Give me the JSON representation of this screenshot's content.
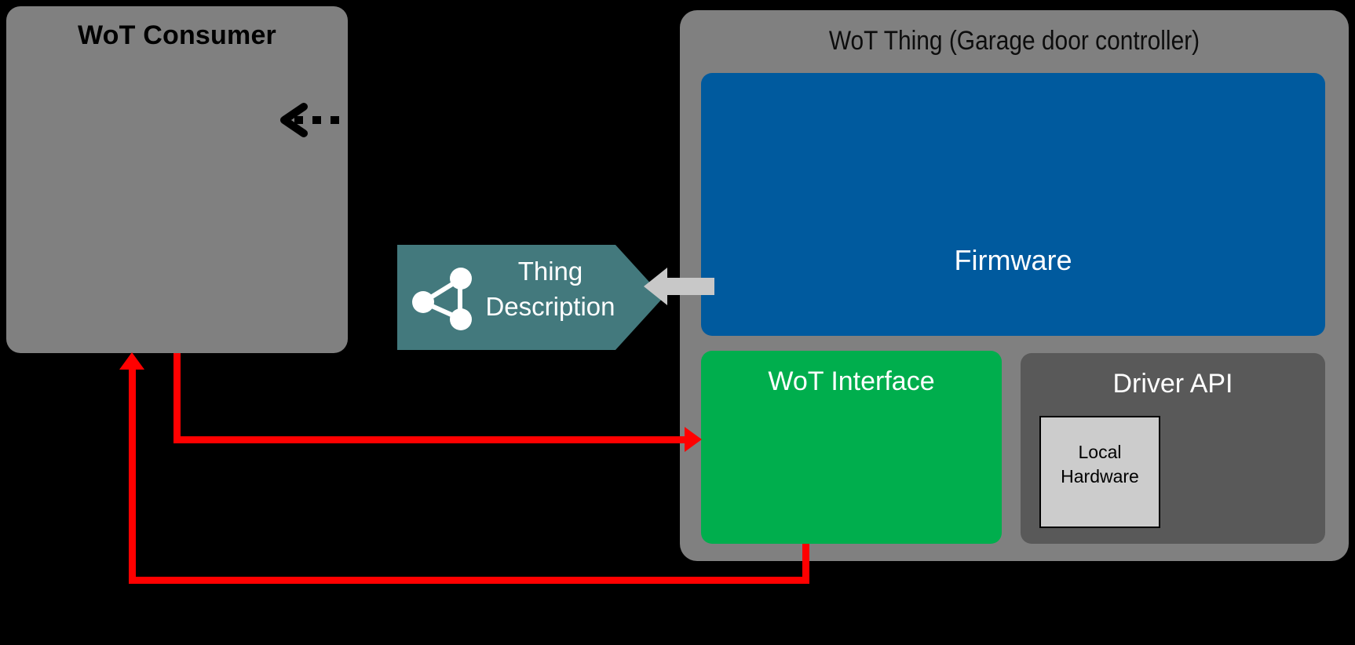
{
  "diagram": {
    "title": "WoT Consumer / WoT Thing interaction",
    "background": "#000000"
  },
  "consumer": {
    "title": "WoT Consumer",
    "fill": "#808080",
    "text_color": "#000000"
  },
  "thing": {
    "title": "WoT Thing (Garage door controller)",
    "fill": "#808080",
    "text_color": "#0d0d0d"
  },
  "firmware": {
    "label": "Firmware",
    "fill": "#005A9E",
    "text_color": "#ffffff"
  },
  "wot_interface": {
    "label": "WoT Interface",
    "fill": "#00AE4D",
    "text_color": "#ffffff"
  },
  "driver_api": {
    "label": "Driver API",
    "fill": "#595959",
    "text_color": "#ffffff"
  },
  "local_hardware": {
    "label": "Local\nHardware",
    "line1": "Local",
    "line2": "Hardware",
    "fill": "#CCCCCC",
    "border": "#000000",
    "text_color": "#000000"
  },
  "thing_description": {
    "line1": "Thing",
    "line2": "Description",
    "fill": "#43797D",
    "text_color": "#ffffff",
    "icon": "share-nodes-icon"
  },
  "connectors": [
    {
      "name": "firmware-to-thing-description",
      "icon": "thick-left-arrow-icon",
      "color": "#C8C8C8",
      "direction": "left",
      "from": "firmware",
      "to": "thing-description"
    },
    {
      "name": "consumer-to-wot-interface",
      "color": "#FF0000",
      "direction": "right",
      "from": "consumer",
      "to": "wot-interface"
    },
    {
      "name": "wot-interface-to-consumer",
      "color": "#FF0000",
      "direction": "up",
      "from": "wot-interface",
      "to": "consumer"
    },
    {
      "name": "thing-description-inbound",
      "color": "#000000",
      "style": "dashed",
      "direction": "left",
      "icon": "dashed-left-arrow-icon"
    }
  ]
}
